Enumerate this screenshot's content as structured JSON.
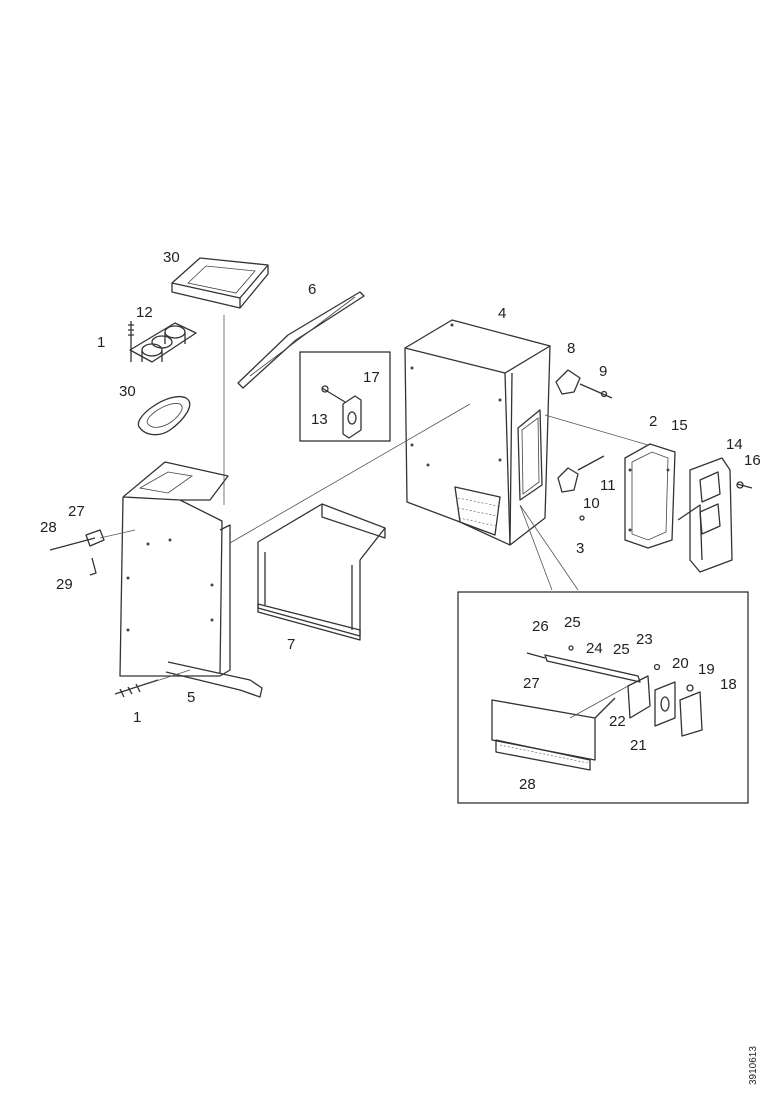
{
  "callouts": {
    "c1a": "1",
    "c1b": "1",
    "c2": "2",
    "c3": "3",
    "c4": "4",
    "c5": "5",
    "c6": "6",
    "c7": "7",
    "c8": "8",
    "c9": "9",
    "c10": "10",
    "c11": "11",
    "c12": "12",
    "c13": "13",
    "c14": "14",
    "c15": "15",
    "c16": "16",
    "c17": "17",
    "c18": "18",
    "c19": "19",
    "c20": "20",
    "c21": "21",
    "c22": "22",
    "c23": "23",
    "c24": "24",
    "c25a": "25",
    "c25b": "25",
    "c26": "26",
    "c27a": "27",
    "c27b": "27",
    "c28a": "28",
    "c28b": "28",
    "c29": "29",
    "c30a": "30",
    "c30b": "30"
  },
  "drawing_number": "3910613"
}
